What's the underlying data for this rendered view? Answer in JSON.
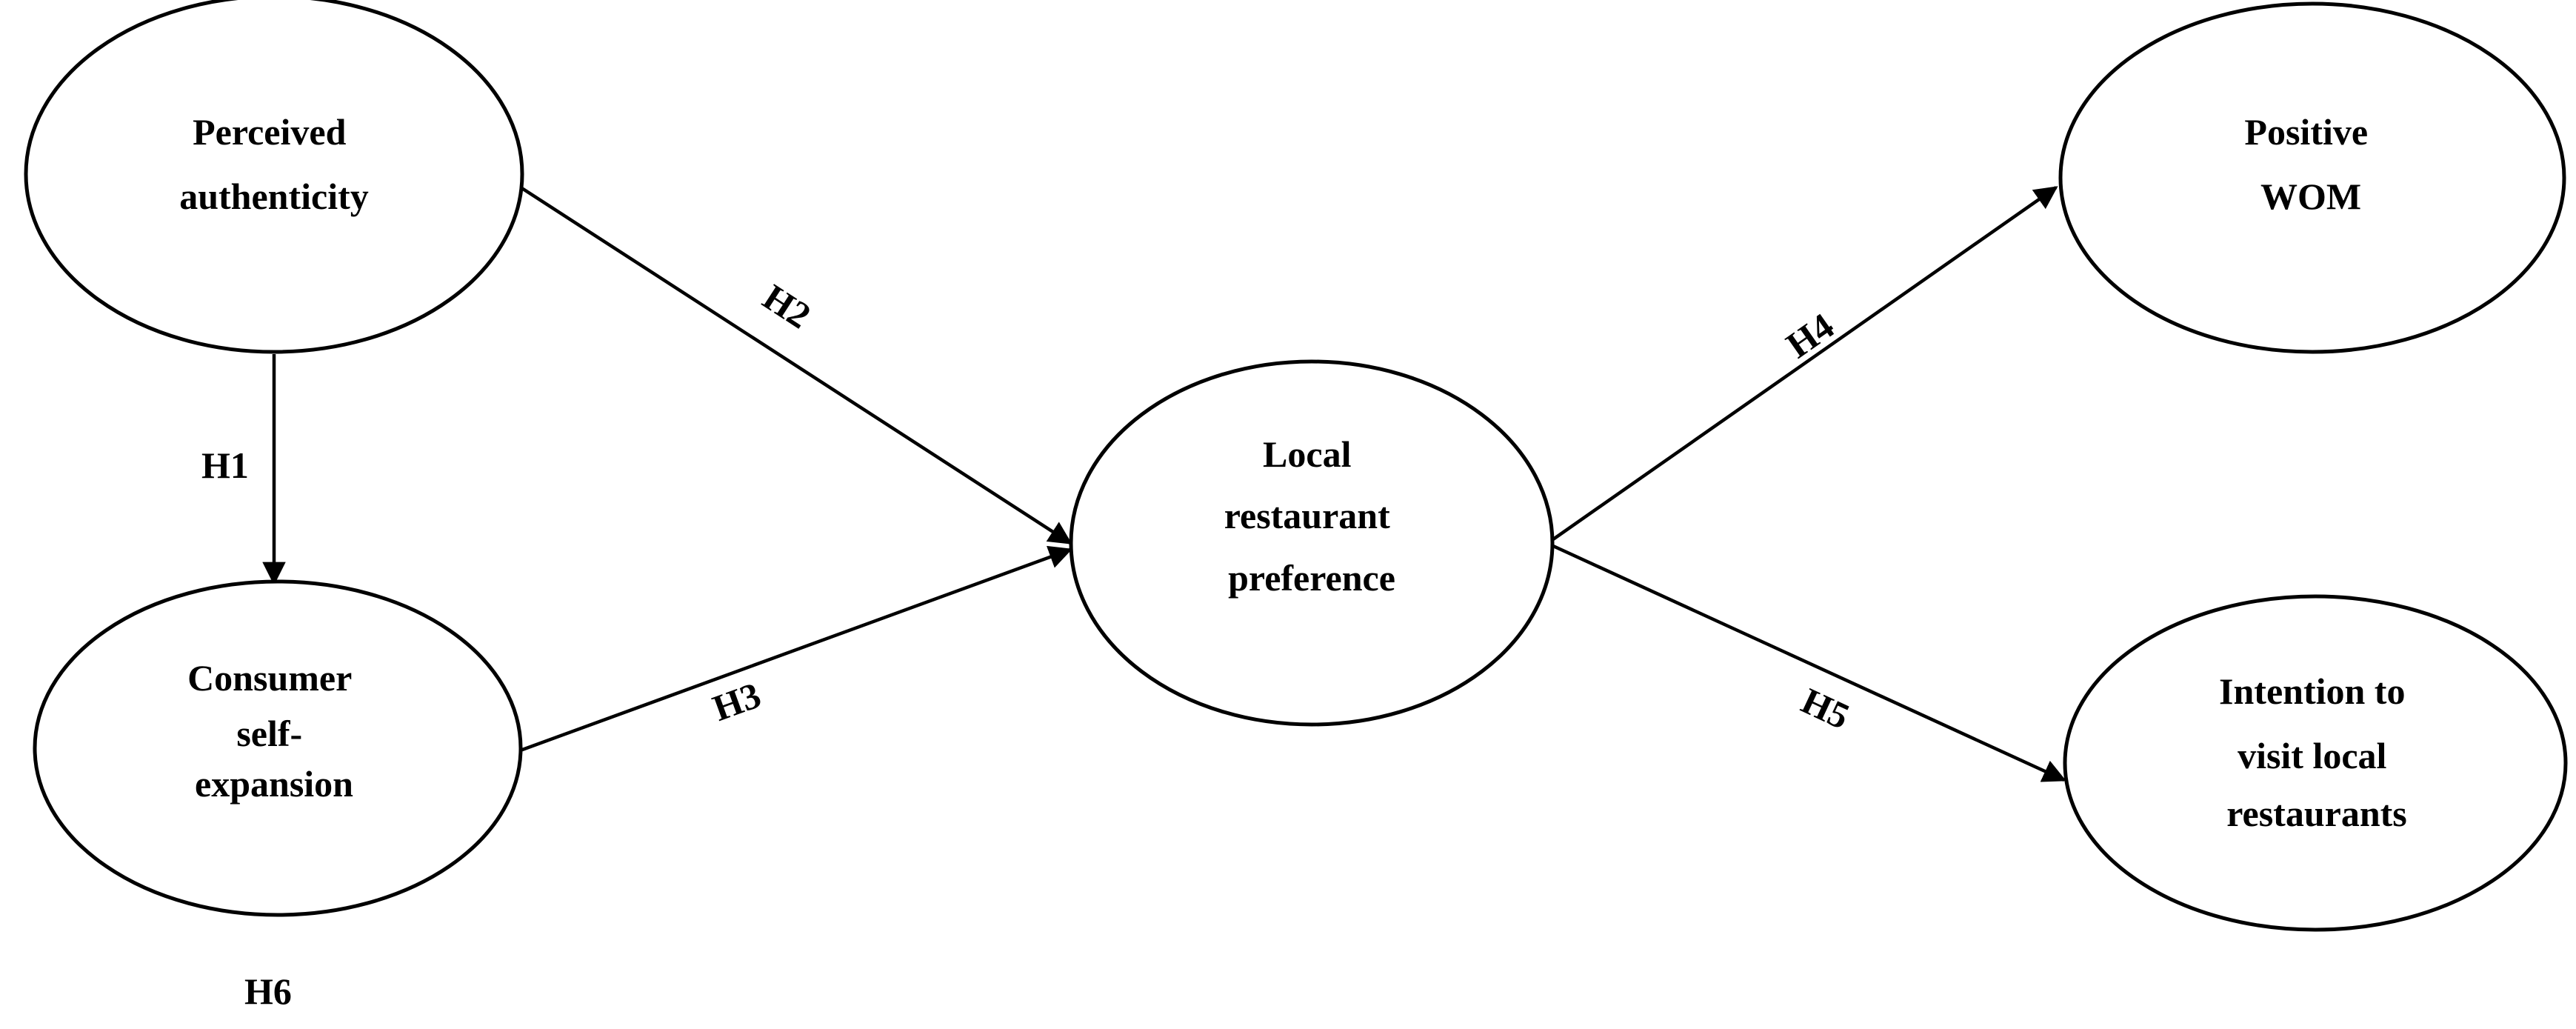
{
  "nodes": {
    "perceived_authenticity": {
      "lines": [
        "Perceived",
        "authenticity"
      ]
    },
    "consumer_self_expansion": {
      "lines": [
        "Consumer",
        "self-",
        "expansion"
      ]
    },
    "local_restaurant_preference": {
      "lines": [
        "Local",
        "restaurant",
        "preference"
      ]
    },
    "positive_wom": {
      "lines": [
        "Positive",
        "WOM"
      ]
    },
    "intention_to_visit": {
      "lines": [
        "Intention to",
        "visit local",
        "restaurants"
      ]
    }
  },
  "hypotheses": {
    "h1": "H1",
    "h2": "H2",
    "h3": "H3",
    "h4": "H4",
    "h5": "H5",
    "h6": "H6"
  },
  "colors": {
    "stroke": "#000000",
    "background": "#ffffff"
  }
}
